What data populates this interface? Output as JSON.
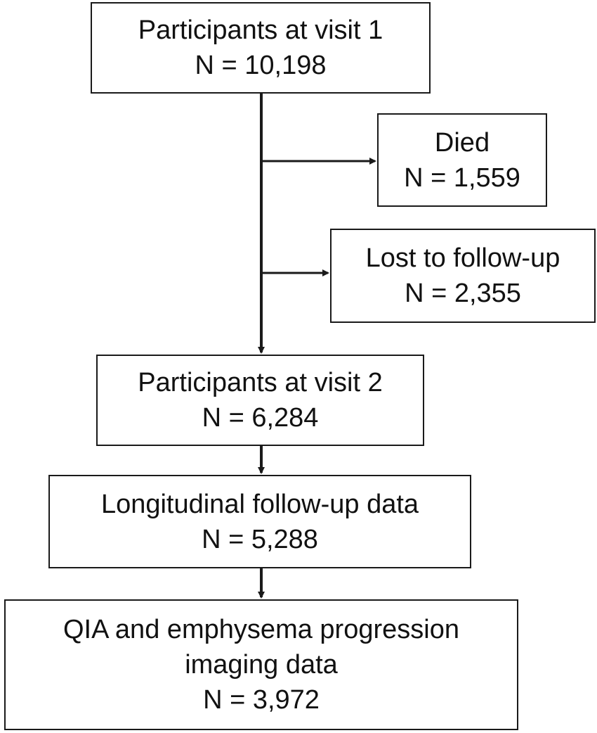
{
  "nodes": {
    "visit1": {
      "title": "Participants at visit 1",
      "count": "N = 10,198"
    },
    "died": {
      "title": "Died",
      "count": "N = 1,559"
    },
    "lost": {
      "title": "Lost to follow-up",
      "count": "N = 2,355"
    },
    "visit2": {
      "title": "Participants at visit 2",
      "count": "N = 6,284"
    },
    "longitudinal": {
      "title": "Longitudinal follow-up data",
      "count": "N = 5,288"
    },
    "qia": {
      "title_line1": "QIA and emphysema progression",
      "title_line2": "imaging data",
      "count": "N = 3,972"
    }
  },
  "edges": [
    {
      "from": "visit1",
      "to": "visit2"
    },
    {
      "from": "visit1",
      "to": "died"
    },
    {
      "from": "visit1",
      "to": "lost"
    },
    {
      "from": "visit2",
      "to": "longitudinal"
    },
    {
      "from": "longitudinal",
      "to": "qia"
    }
  ],
  "colors": {
    "line": "#1a1a1a",
    "box_border": "#1a1a1a",
    "background": "#ffffff"
  }
}
